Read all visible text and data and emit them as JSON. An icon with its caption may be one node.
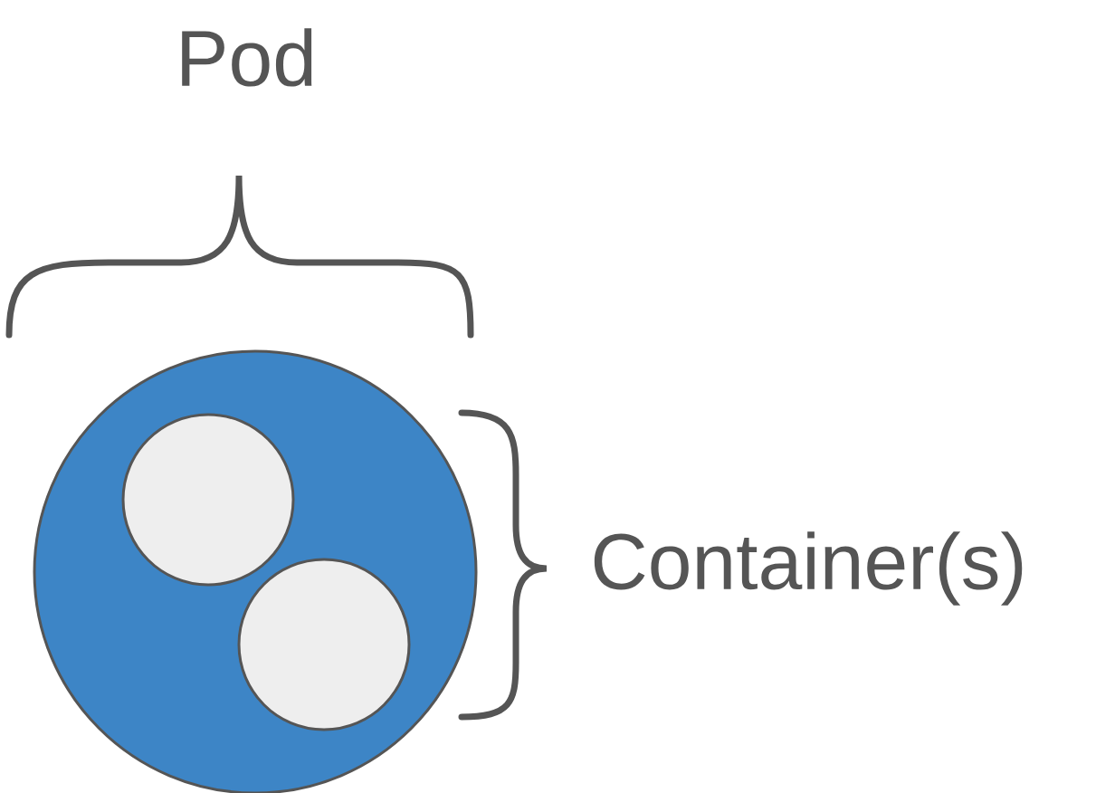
{
  "diagram": {
    "nodes": [
      {
        "text": [],
        "shape": "circle"
      },
      {
        "text": [],
        "shape": "circle",
        "in": 0
      },
      {
        "text": [],
        "shape": "circle",
        "in": 0
      }
    ],
    "labels": [
      "Pod",
      "Container(s)"
    ]
  }
}
